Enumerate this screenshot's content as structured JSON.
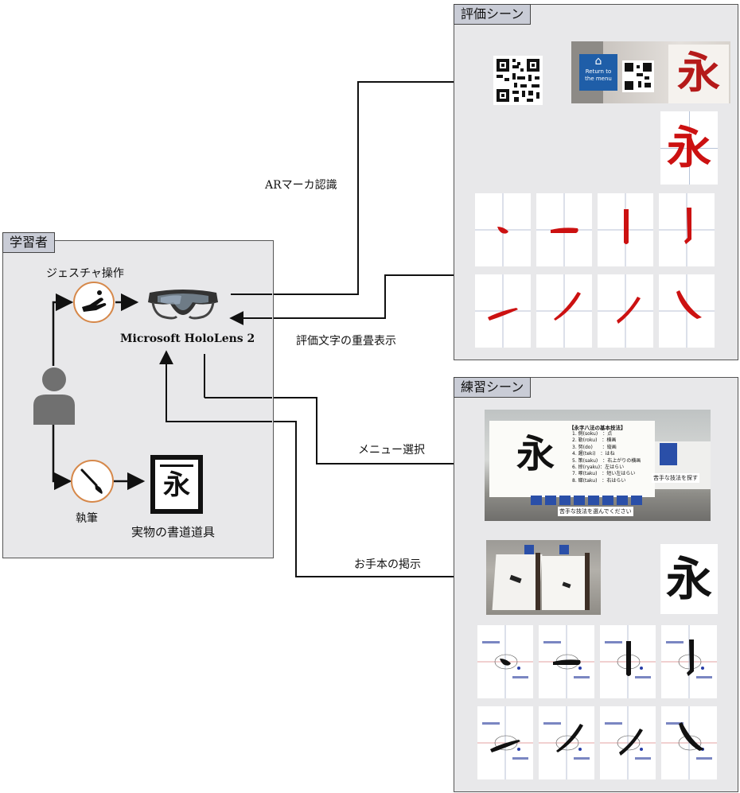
{
  "learner": {
    "title": "学習者",
    "gesture": "ジェスチャ操作",
    "writing": "執筆",
    "tools": "実物の書道道具",
    "tool_char": "永"
  },
  "device": {
    "name": "Microsoft HoloLens 2"
  },
  "arrows": {
    "ar_marker": "ARマーカ認識",
    "overlay": "評価文字の重畳表示",
    "menu": "メニュー選択",
    "model": "お手本の掲示"
  },
  "eval_scene": {
    "title": "評価シーン",
    "photo_button": "Return to the menu",
    "char": "永",
    "stroke_color": "#cc1111"
  },
  "practice_scene": {
    "title": "練習シーン",
    "menu_title": "【永字八法の基本技法】",
    "menu_items": [
      "1. 側(soku)　：点",
      "2. 勒(roku)　：横画",
      "3. 努(do)　　：縦画",
      "4. 趯(teki)　：はね",
      "5. 策(saku)　：右上がりの横画",
      "6. 掠(ryaku)：左はらい",
      "7. 啄(taku)　：短い左はらい",
      "8. 磔(taku)　：右はらい"
    ],
    "char": "永",
    "menu_note_right": "苦手な技法を探す",
    "menu_note_bottom": "苦手な技法を選んでください",
    "stroke_color": "#111111"
  }
}
